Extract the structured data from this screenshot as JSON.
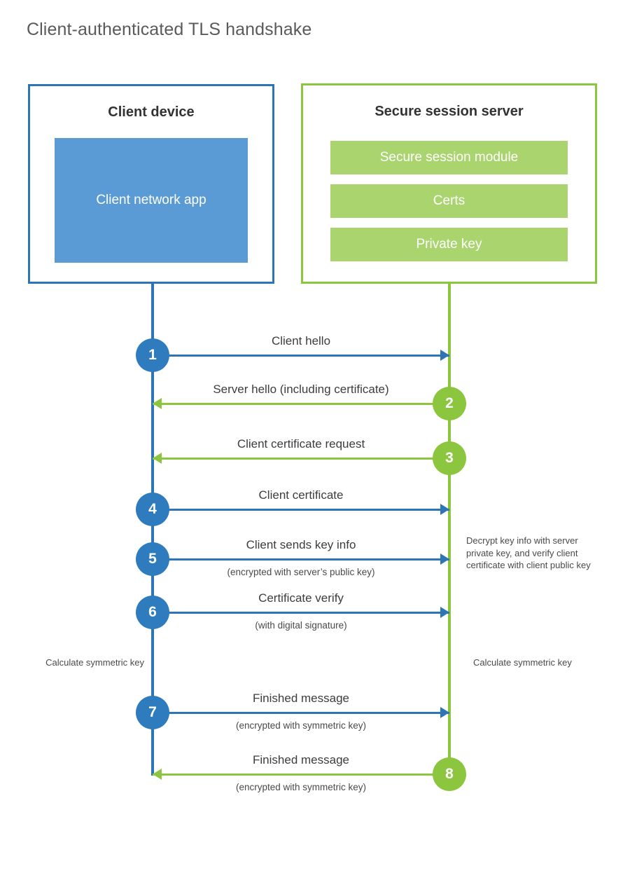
{
  "title": "Client-authenticated TLS handshake",
  "colors": {
    "client_blue": "#2E75B6",
    "client_circle_blue": "#2E7CBD",
    "client_app_fill": "#5B9BD5",
    "server_green": "#8CC63F",
    "server_bar_fill": "#AAD46E",
    "label_text": "#3d3d3d",
    "title_text": "#5a5a5a",
    "background": "#ffffff"
  },
  "client": {
    "title": "Client device",
    "app_label": "Client network app"
  },
  "server": {
    "title": "Secure session server",
    "components": [
      {
        "label": "Secure session module"
      },
      {
        "label": "Certs"
      },
      {
        "label": "Private key"
      }
    ]
  },
  "steps": [
    {
      "number": "1",
      "label": "Client hello",
      "sublabel": "",
      "direction": "client-to-server",
      "color": "blue"
    },
    {
      "number": "2",
      "label": "Server hello (including certificate)",
      "sublabel": "",
      "direction": "server-to-client",
      "color": "green"
    },
    {
      "number": "3",
      "label": "Client certificate request",
      "sublabel": "",
      "direction": "server-to-client",
      "color": "green"
    },
    {
      "number": "4",
      "label": "Client certificate",
      "sublabel": "",
      "direction": "client-to-server",
      "color": "blue"
    },
    {
      "number": "5",
      "label": "Client sends key info",
      "sublabel": "(encrypted with server’s public key)",
      "direction": "client-to-server",
      "color": "blue"
    },
    {
      "number": "6",
      "label": "Certificate verify",
      "sublabel": "(with digital signature)",
      "direction": "client-to-server",
      "color": "blue"
    },
    {
      "number": "7",
      "label": "Finished message",
      "sublabel": "(encrypted with symmetric key)",
      "direction": "client-to-server",
      "color": "blue"
    },
    {
      "number": "8",
      "label": "Finished message",
      "sublabel": "(encrypted with symmetric key)",
      "direction": "server-to-client",
      "color": "green"
    }
  ],
  "notes": {
    "client_calculate": "Calculate symmetric key",
    "server_decrypt": "Decrypt key info with server private key, and verify client certificate with client public key",
    "server_calculate": "Calculate symmetric key"
  }
}
